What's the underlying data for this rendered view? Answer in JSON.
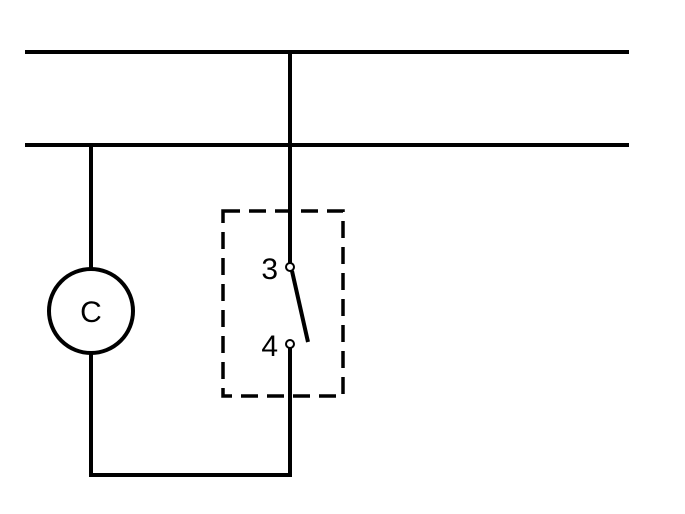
{
  "diagram": {
    "coil": {
      "label": "C"
    },
    "contact": {
      "terminal_top": "3",
      "terminal_bottom": "4",
      "state": "open"
    },
    "colors": {
      "line": "#000000",
      "background": "#ffffff"
    }
  }
}
